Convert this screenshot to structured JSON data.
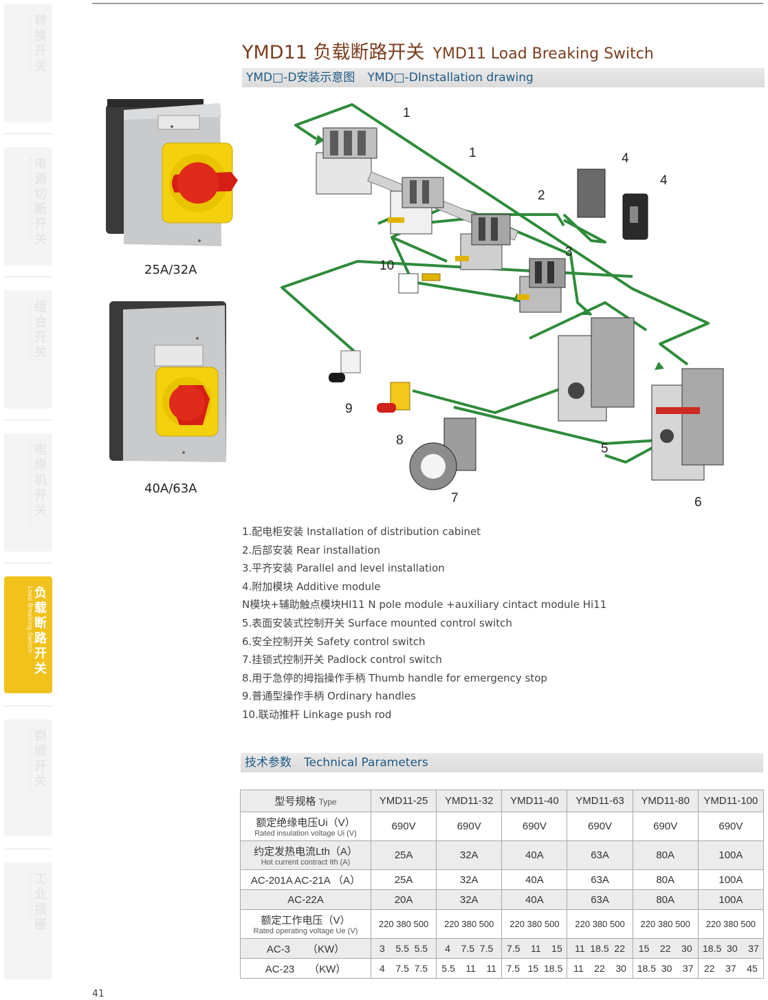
{
  "sidebar": {
    "tabs": [
      {
        "cn": "转换开关",
        "en": "Changeover Switch",
        "active": false
      },
      {
        "cn": "电源切断开关",
        "en": "Power Supply Cutoff Switch",
        "active": false
      },
      {
        "cn": "组合开关",
        "en": "Combination Switch",
        "active": false
      },
      {
        "cn": "电焊机开关",
        "en": "Switch For Welding Machine",
        "active": false
      },
      {
        "cn": "负载断路开关",
        "en": "Load Breaking Switch",
        "active": true
      },
      {
        "cn": "倒顺开关",
        "en": "Tool Direction Switch",
        "active": false
      },
      {
        "cn": "工业插座",
        "en": "Industrial Plugs",
        "active": false
      }
    ]
  },
  "header": {
    "title_cn": "YMD11 负载断路开关",
    "title_en": "YMD11 Load Breaking Switch",
    "install_cn": "YMD□-D安装示意图",
    "install_en": "YMD□-DInstallation  drawing"
  },
  "products": [
    {
      "label": "25A/32A"
    },
    {
      "label": "40A/63A"
    }
  ],
  "diagram": {
    "callouts": [
      "1",
      "1",
      "2",
      "3",
      "4",
      "4",
      "5",
      "6",
      "7",
      "8",
      "9",
      "10"
    ]
  },
  "descriptions": [
    "1.配电柜安装 Installation of distribution cabinet",
    "2.后部安装 Rear installation",
    "3.平齐安装 Parallel and level installation",
    "4.附加模块 Additive module",
    "N模块+辅助触点模块HI11  N pole module +auxiliary cintact module Hi11",
    "5.表面安装式控制开关 Surface mounted control switch",
    "6.安全控制开关 Safety control switch",
    "7.挂锁式控制开关 Padlock control switch",
    "8.用于急停的拇指操作手柄 Thumb handle for emergency stop",
    "9.普通型操作手柄 Ordinary handles",
    "10.联动推杆 Linkage push rod"
  ],
  "tech": {
    "heading_cn": "技术参数",
    "heading_en": "Technical  Parameters",
    "type_label_cn": "型号规格",
    "type_label_en": "Type",
    "models": [
      "YMD11-25",
      "YMD11-32",
      "YMD11-40",
      "YMD11-63",
      "YMD11-80",
      "YMD11-100"
    ],
    "rows": [
      {
        "cn": "额定绝缘电压Ui（V）",
        "en": "Rated insulation voltage Ui (V)",
        "values": [
          "690V",
          "690V",
          "690V",
          "690V",
          "690V",
          "690V"
        ]
      },
      {
        "cn": "约定发热电流Lth（A）",
        "en": "Hot current contract Ith (A)",
        "values": [
          "25A",
          "32A",
          "40A",
          "63A",
          "80A",
          "100A"
        ]
      },
      {
        "cn": "AC-201A  AC-21A （A）",
        "en": "",
        "values": [
          "25A",
          "32A",
          "40A",
          "63A",
          "80A",
          "100A"
        ]
      },
      {
        "cn": "AC-22A",
        "en": "",
        "values": [
          "20A",
          "32A",
          "40A",
          "63A",
          "80A",
          "100A"
        ]
      },
      {
        "cn": "额定工作电压（V）",
        "en": "Rated operating voltage Ue (V)",
        "values": [
          "220  380  500",
          "220  380  500",
          "220  380  500",
          "220  380  500",
          "220  380  500",
          "220  380  500"
        ]
      },
      {
        "cn": "AC-3      （KW）",
        "en": "",
        "values": [
          "3    5.5  5.5",
          "4    7.5  7.5",
          "7.5    11    15",
          "11  18.5  22",
          "15    22    30",
          "18.5  30    37"
        ]
      },
      {
        "cn": "AC-23     （KW）",
        "en": "",
        "values": [
          "4    7.5  7.5",
          "5.5    11    11",
          "7.5   15  18.5",
          "11    22    30",
          "18.5  30    37",
          "22    37    45"
        ]
      }
    ]
  },
  "page_number": "41",
  "colors": {
    "accent_yellow": "#f2c21c",
    "title_brown": "#7a3d1e",
    "band_blue": "#1f5a85",
    "arrow_green": "#2e8b3a"
  }
}
